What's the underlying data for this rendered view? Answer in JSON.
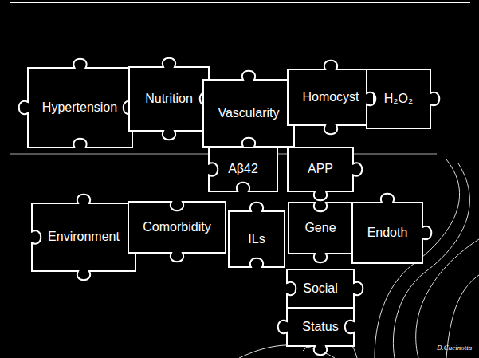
{
  "diagram": {
    "nodes": [
      {
        "text": [
          "Hypertension"
        ]
      },
      {
        "text": [
          "Nutrition"
        ]
      },
      {
        "text": [
          "Vascularity"
        ]
      },
      {
        "text": [
          "Homocyst"
        ]
      },
      {
        "text": [
          "H₂O₂"
        ]
      },
      {
        "text": [
          "Aβ42"
        ]
      },
      {
        "text": [
          "APP"
        ]
      },
      {
        "text": [
          "Environment"
        ]
      },
      {
        "text": [
          "Comorbidity"
        ]
      },
      {
        "text": [
          "ILs"
        ]
      },
      {
        "text": [
          "Gene"
        ]
      },
      {
        "text": [
          "Endoth"
        ]
      },
      {
        "text": [
          "Social"
        ]
      },
      {
        "text": [
          "Status"
        ]
      }
    ],
    "labels": [
      "D.Cucinotta"
    ]
  }
}
